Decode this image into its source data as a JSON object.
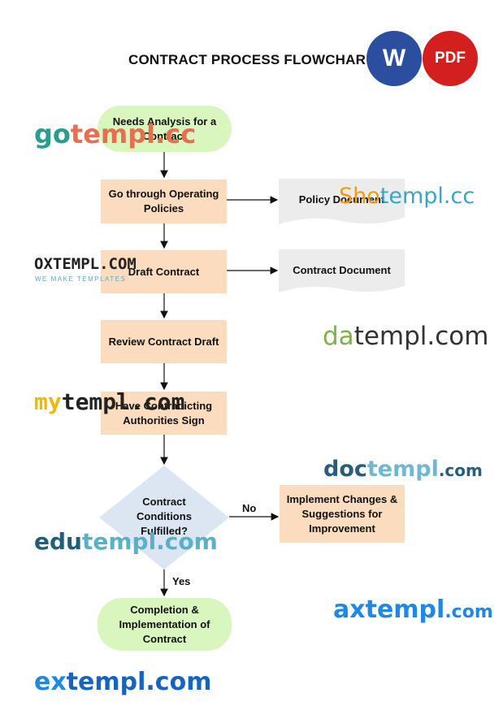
{
  "title": "CONTRACT PROCESS FLOWCHART",
  "badges": {
    "word": "W",
    "pdf": "PDF"
  },
  "nodes": {
    "start": "Needs Analysis for a Contract",
    "policies": "Go through Operating Policies",
    "draft": "Draft Contract",
    "review": "Review Contract Draft",
    "sign": "Have Contradicting Authorities Sign",
    "decision": "Contract Conditions Fulfilled?",
    "changes": "Implement Changes & Suggestions for Improvement",
    "end": "Completion & Implementation of Contract"
  },
  "documents": {
    "policy": "Policy Document",
    "contract": "Contract Document"
  },
  "edge_labels": {
    "no": "No",
    "yes": "Yes"
  },
  "watermarks": {
    "gotempl": {
      "a": "go",
      "b": "templ",
      "c": ".cc"
    },
    "oxtempl": {
      "main": "OXTEMPL.COM",
      "sub": "WE MAKE TEMPLATES"
    },
    "mytempl": {
      "a": "my",
      "b": "templ.com"
    },
    "edutempl": {
      "a": "edu",
      "b": "templ.com"
    },
    "extempl": {
      "a": "ex",
      "b": "templ.com"
    },
    "shotempl": {
      "a": "Sho",
      "b": "templ.cc"
    },
    "datempl": {
      "a": "da",
      "b": "templ.com"
    },
    "doctempl": {
      "a": "doc",
      "b": "templ",
      "c": ".com"
    },
    "axtempl": {
      "a": "ax",
      "b": "templ",
      "c": ".com"
    }
  },
  "colors": {
    "terminal": "#d9f6be",
    "process": "#fbdcbf",
    "decision": "#dce6f3",
    "document": "#ececec",
    "word_badge": "#2b4f9e",
    "pdf_badge": "#d3201f"
  }
}
